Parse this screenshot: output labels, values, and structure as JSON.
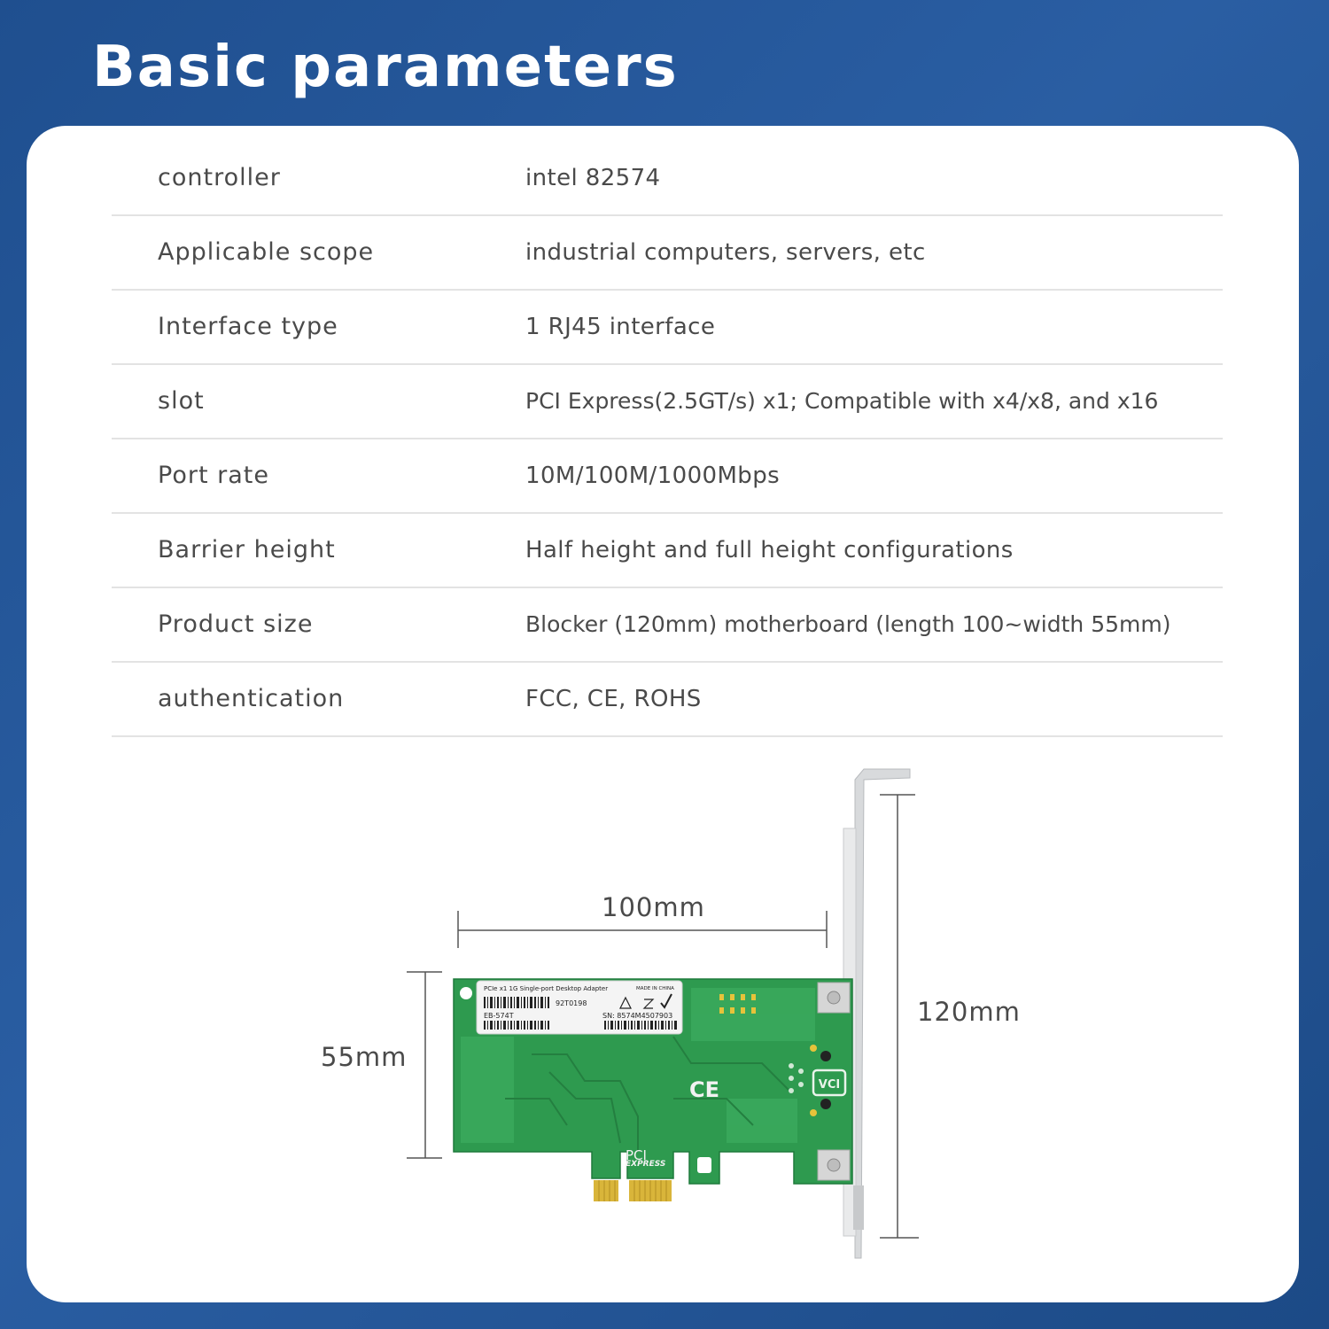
{
  "page": {
    "title": "Basic parameters"
  },
  "specs": [
    {
      "label": "controller",
      "value": "intel 82574"
    },
    {
      "label": "Applicable scope",
      "value": "industrial computers, servers, etc"
    },
    {
      "label": "Interface type",
      "value": "1 RJ45 interface"
    },
    {
      "label": "slot",
      "value": "PCI Express(2.5GT/s) x1; Compatible with x4/x8, and x16"
    },
    {
      "label": "Port rate",
      "value": "10M/100M/1000Mbps"
    },
    {
      "label": "Barrier height",
      "value": "Half height and full height configurations"
    },
    {
      "label": "Product size",
      "value": "Blocker (120mm) motherboard (length 100~width 55mm)"
    },
    {
      "label": "authentication",
      "value": "FCC, CE, ROHS"
    }
  ],
  "dimensions": {
    "length": "100mm",
    "height": "55mm",
    "bracket": "120mm"
  },
  "card_label": {
    "line1": "PCIe x1 1G Single-port Desktop Adapter",
    "made_in": "MADE IN CHINA",
    "code": "92T0198",
    "model": "EB-574T",
    "serial": "SN: 8574M4507903",
    "pci_logo": "PCI",
    "express": "EXPRESS",
    "ce_mark": "CE"
  },
  "colors": {
    "background": "#2a5ea3",
    "card": "#ffffff",
    "pcb": "#2e9a4f",
    "gold": "#d9b53a"
  }
}
